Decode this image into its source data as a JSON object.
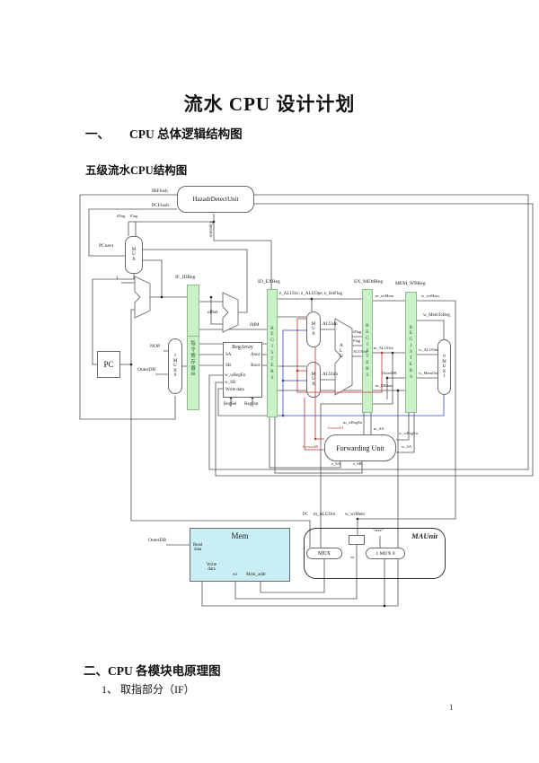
{
  "title": "流水 CPU 设计计划",
  "h1_index": "一、",
  "h1_text": "CPU 总体逻辑结构图",
  "subheading": "五级流水CPU结构图",
  "h2": "二、CPU 各模块电原理图",
  "h2_sub": "1、 取指部分（IF）",
  "page_no": "1",
  "colors": {
    "green_reg": "#c9f2c9",
    "mem_cyan": "#c9eef4",
    "wire_red": "#bb3333",
    "wire_blue": "#3343bb"
  },
  "d": {
    "hdu": "HazadrDetectUnit",
    "irflush": "IRFlush",
    "pcflush": "PCFlush",
    "operator": "Operator",
    "iflag": "iFlag",
    "flag": "Flag",
    "pcnext": "PCnext",
    "one": "1",
    "muxv": "M\nU\nX",
    "pc": "PC",
    "nop": "NOP",
    "outerdb": "OuterDB",
    "nopmux": "1\nM\nU\nX\n0",
    "if_idreg": "IF_IDReg",
    "ir": "指\n令\n寄\n存\n器\nIR",
    "offset": "offset",
    "imm": "IMM",
    "id_exreg": "ID_EXReg",
    "registers": "R\nE\nG\nI\nS\nT\nE\nR\nS",
    "regarray": "RegArray",
    "sa": "SA",
    "sb": "SB",
    "w_wregen": "w_wRegEn",
    "w_sb": "w_SB",
    "write_data": "Write data",
    "aout": "Aout",
    "bout": "Bout",
    "regsel": "RegSel",
    "regout": "RegOut",
    "ctrl": "e_ALUSrc, e_ALUOpe, e_SetFlag",
    "aluain": "ALUaIn",
    "alubin": "ALUbIn",
    "alu": "A\nL\nU",
    "aluout": "ALUOut",
    "ex_memreg": "EX_MEMReg",
    "mem_wbreg": "MEM_WBReg",
    "m_wrmem": "m_wrMem",
    "m_aluout": "m_ALUOut",
    "m_rbdata": "m_RBdata",
    "w_wrmem": "w_wrMem",
    "w_memtoreg": "w_MemToReg",
    "w_aluout": "w_ALUOut",
    "w_memout": "w_MemOut",
    "wbmux": "0\nM\nU\nX\n1",
    "fu": "Forwarding Unit",
    "forwarda": "forwardA",
    "forwardb": "forwardB",
    "m_wregen": "m_wRegEn",
    "m_sa": "m_SA",
    "w_sa": "w_SA",
    "e_sa": "e_SA",
    "e_sb": "e_SB",
    "mem": "Mem",
    "read_data": "Read\ndata",
    "write_data2": "Write\ndata",
    "wr": "wr",
    "mem_addr": "Mem_addr",
    "maunit": "MAUnit",
    "muxh": "MUX",
    "mux1h": "1 MUX 0",
    "zzzz": "\"zzzz\""
  }
}
